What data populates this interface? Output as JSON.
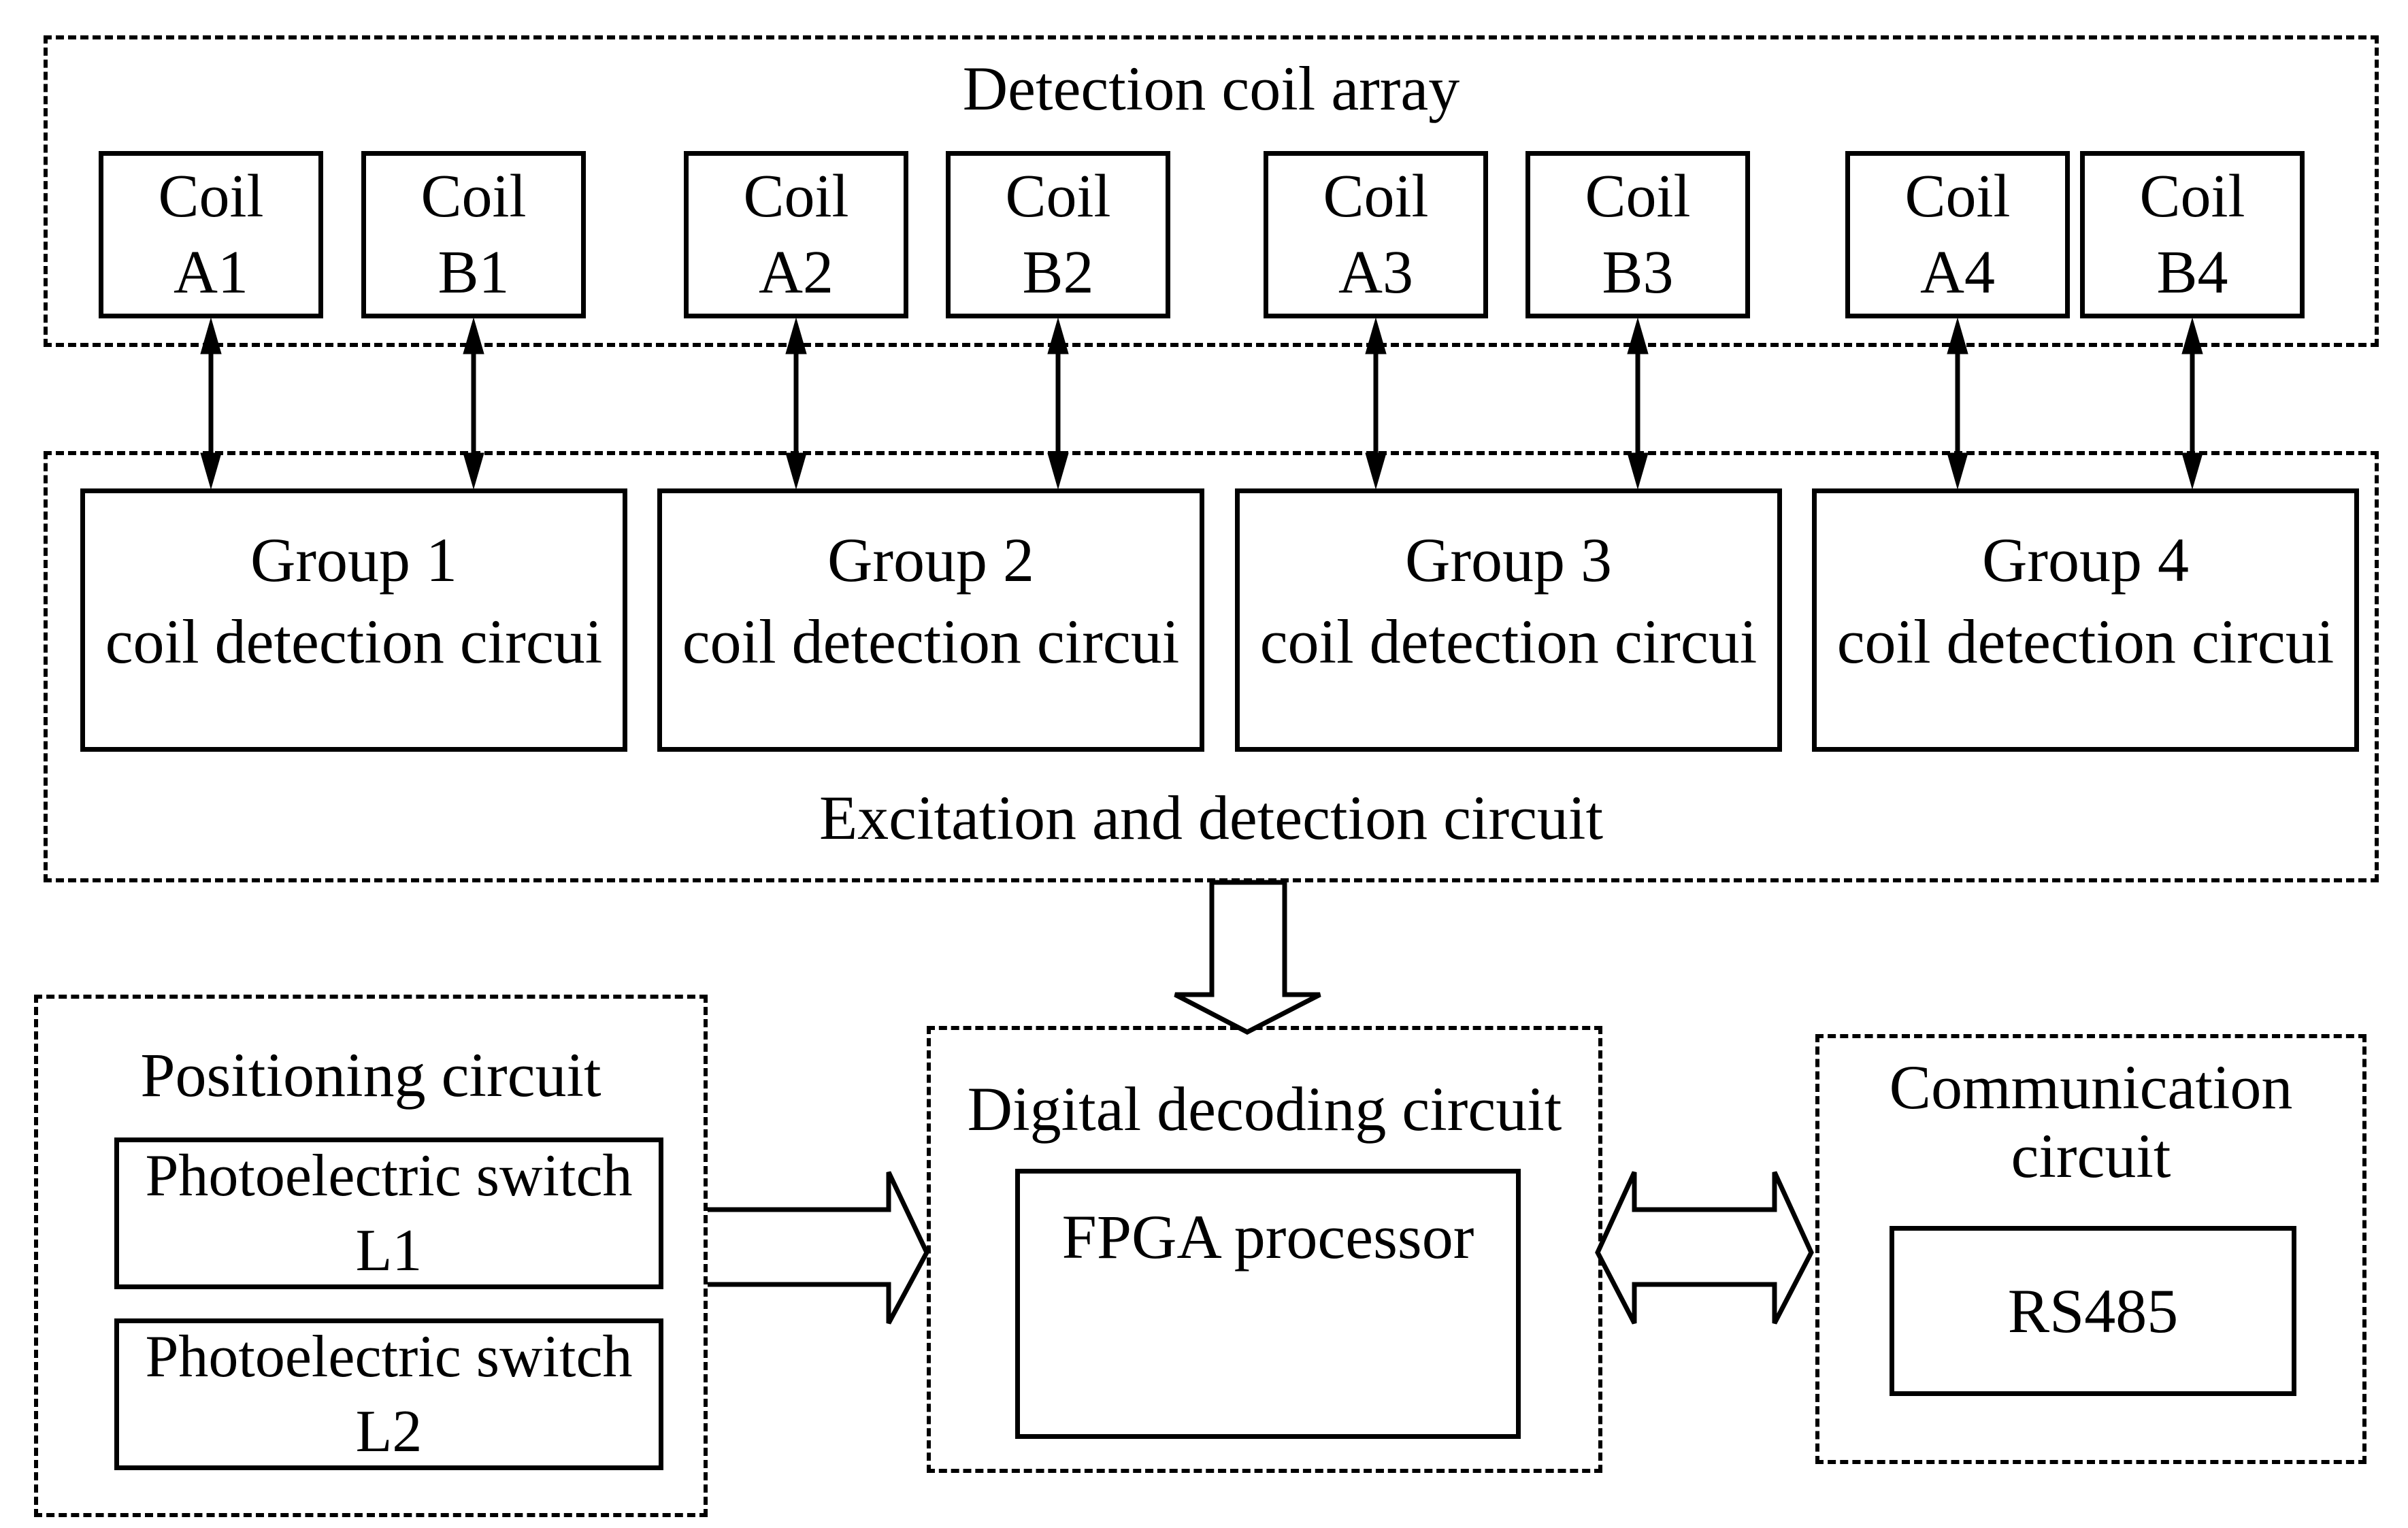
{
  "detection": {
    "title": "Detection coil array",
    "coils": [
      {
        "line1": "Coil",
        "line2": "A1"
      },
      {
        "line1": "Coil",
        "line2": "B1"
      },
      {
        "line1": "Coil",
        "line2": "A2"
      },
      {
        "line1": "Coil",
        "line2": "B2"
      },
      {
        "line1": "Coil",
        "line2": "A3"
      },
      {
        "line1": "Coil",
        "line2": "B3"
      },
      {
        "line1": "Coil",
        "line2": "A4"
      },
      {
        "line1": "Coil",
        "line2": "B4"
      }
    ]
  },
  "excitation": {
    "title": "Excitation and detection circuit",
    "groups": [
      {
        "line1": "Group 1",
        "line2": "coil detection circui"
      },
      {
        "line1": "Group 2",
        "line2": "coil detection circui"
      },
      {
        "line1": "Group 3",
        "line2": "coil detection circui"
      },
      {
        "line1": "Group 4",
        "line2": "coil detection circui"
      }
    ]
  },
  "positioning": {
    "title": "Positioning circuit",
    "switches": [
      {
        "line1": "Photoelectric switch",
        "line2": "L1"
      },
      {
        "line1": "Photoelectric switch",
        "line2": "L2"
      }
    ]
  },
  "digital_decoding": {
    "title": "Digital decoding circuit",
    "processor": "FPGA processor"
  },
  "communication": {
    "title_line1": "Communication",
    "title_line2": "circuit",
    "module": "RS485"
  },
  "colors": {
    "line": "#000000",
    "background": "#ffffff"
  }
}
